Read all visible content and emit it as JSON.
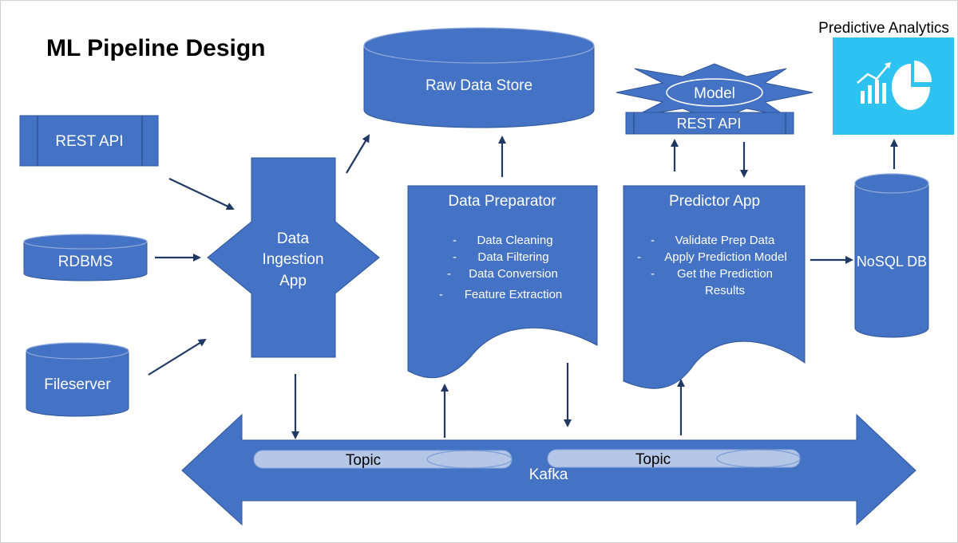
{
  "title": "ML Pipeline Design",
  "sources": {
    "rest_api": "REST API",
    "rdbms": "RDBMS",
    "fileserver": "Fileserver"
  },
  "ingestion": {
    "lines": [
      "Data",
      "Ingestion",
      "App"
    ]
  },
  "raw_store": "Raw Data Store",
  "preparator": {
    "title": "Data Preparator",
    "items": [
      "Data Cleaning",
      "Data Filtering",
      "Data Conversion",
      "Feature Extraction"
    ]
  },
  "model": {
    "label": "Model",
    "api": "REST API"
  },
  "predictor": {
    "title": "Predictor App",
    "items": [
      "Validate Prep Data",
      "Apply Prediction Model",
      "Get the Prediction",
      "Results"
    ]
  },
  "nosql": "NoSQL DB",
  "analytics": {
    "title": "Predictive Analytics"
  },
  "kafka": {
    "label": "Kafka",
    "topics": [
      "Topic",
      "Topic"
    ]
  },
  "colors": {
    "shape": "#4472c4",
    "edge": "#2f5597",
    "arrow": "#1f3864",
    "analytics_bg": "#2ec2f0"
  }
}
